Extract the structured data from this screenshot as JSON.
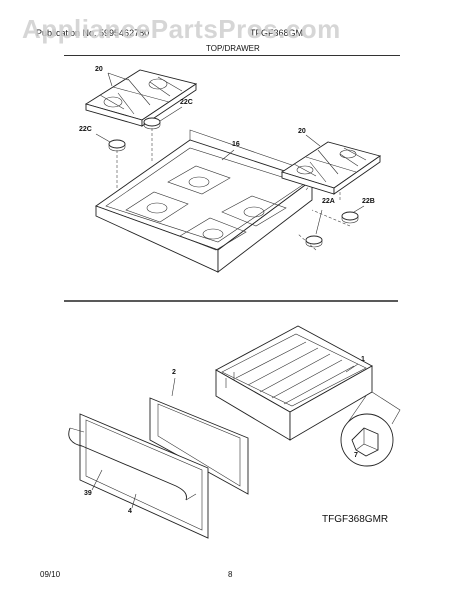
{
  "header": {
    "publication_text": "Publication No. 5995462780",
    "model_text": "TFGF368GM",
    "section_title": "TOP/DRAWER",
    "watermark": "AppliancePartsPros.com"
  },
  "callouts": {
    "c20a": "20",
    "c22c_a": "22C",
    "c22c_b": "22C",
    "c16": "16",
    "c20b": "20",
    "c22a": "22A",
    "c22b": "22B",
    "c1": "1",
    "c2": "2",
    "c7": "7",
    "c39": "39",
    "c4": "4"
  },
  "diagram_code": "TFGF368GMR",
  "footer": {
    "date": "09/10",
    "page_number": "8"
  }
}
